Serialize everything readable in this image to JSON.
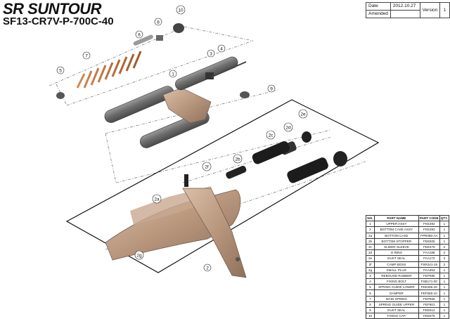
{
  "header": {
    "brand": "SR SUNTOUR",
    "model": "SF13-CR7V-P-700C-40"
  },
  "meta": {
    "date_label": "Date",
    "date_value": "2012.10.27",
    "amended_label": "Amended",
    "amended_value": "",
    "version_label": "Version",
    "version_value": "1"
  },
  "callouts": [
    "10",
    "6",
    "8",
    "7",
    "5",
    "3",
    "4",
    "1",
    "9",
    "2e",
    "2d",
    "2c",
    "2b",
    "2f",
    "2a",
    "2g",
    "2"
  ],
  "parts_table": {
    "headers": [
      "NO.",
      "PART NAME",
      "PART CODE",
      "QTY."
    ],
    "rows": [
      [
        "1",
        "UPPER ASSY",
        "FKE392",
        "1"
      ],
      [
        "2",
        "BOTTOM CASE ASSY",
        "FKE393",
        "1"
      ],
      [
        "2a",
        "BOTTOM CASE",
        "FPR086-AA",
        "1"
      ],
      [
        "2b",
        "BOTTOM STOPPER",
        "FEE505",
        "1"
      ],
      [
        "2c",
        "SLIDER SLEEVE",
        "FEE475",
        "2"
      ],
      [
        "2d",
        "O RING",
        "FAA188",
        "2"
      ],
      [
        "2e",
        "DUST SEAL",
        "FAA172",
        "2"
      ],
      [
        "2f",
        "CAMP BOSS",
        "FSR241-16",
        "2"
      ],
      [
        "2g",
        "SMALL PLUG",
        "FAA353",
        "1"
      ],
      [
        "3",
        "REBOUND RUBBER",
        "FEP086",
        "1"
      ],
      [
        "4",
        "FIXING BOLT",
        "FSB171-00",
        "1"
      ],
      [
        "5",
        "SPRING GUIDE LOWER",
        "FEE285-40",
        "1"
      ],
      [
        "6",
        "DAMPER",
        "FEF556-10",
        "1"
      ],
      [
        "7",
        "MAIN SPRING",
        "FEP556",
        "1"
      ],
      [
        "8",
        "SPRING GUIDE UPPER",
        "FEF901",
        "1"
      ],
      [
        "9",
        "DUST SEAL",
        "FEE514",
        "1"
      ],
      [
        "10",
        "FIXING CAP",
        "FEE675",
        "1"
      ]
    ]
  }
}
